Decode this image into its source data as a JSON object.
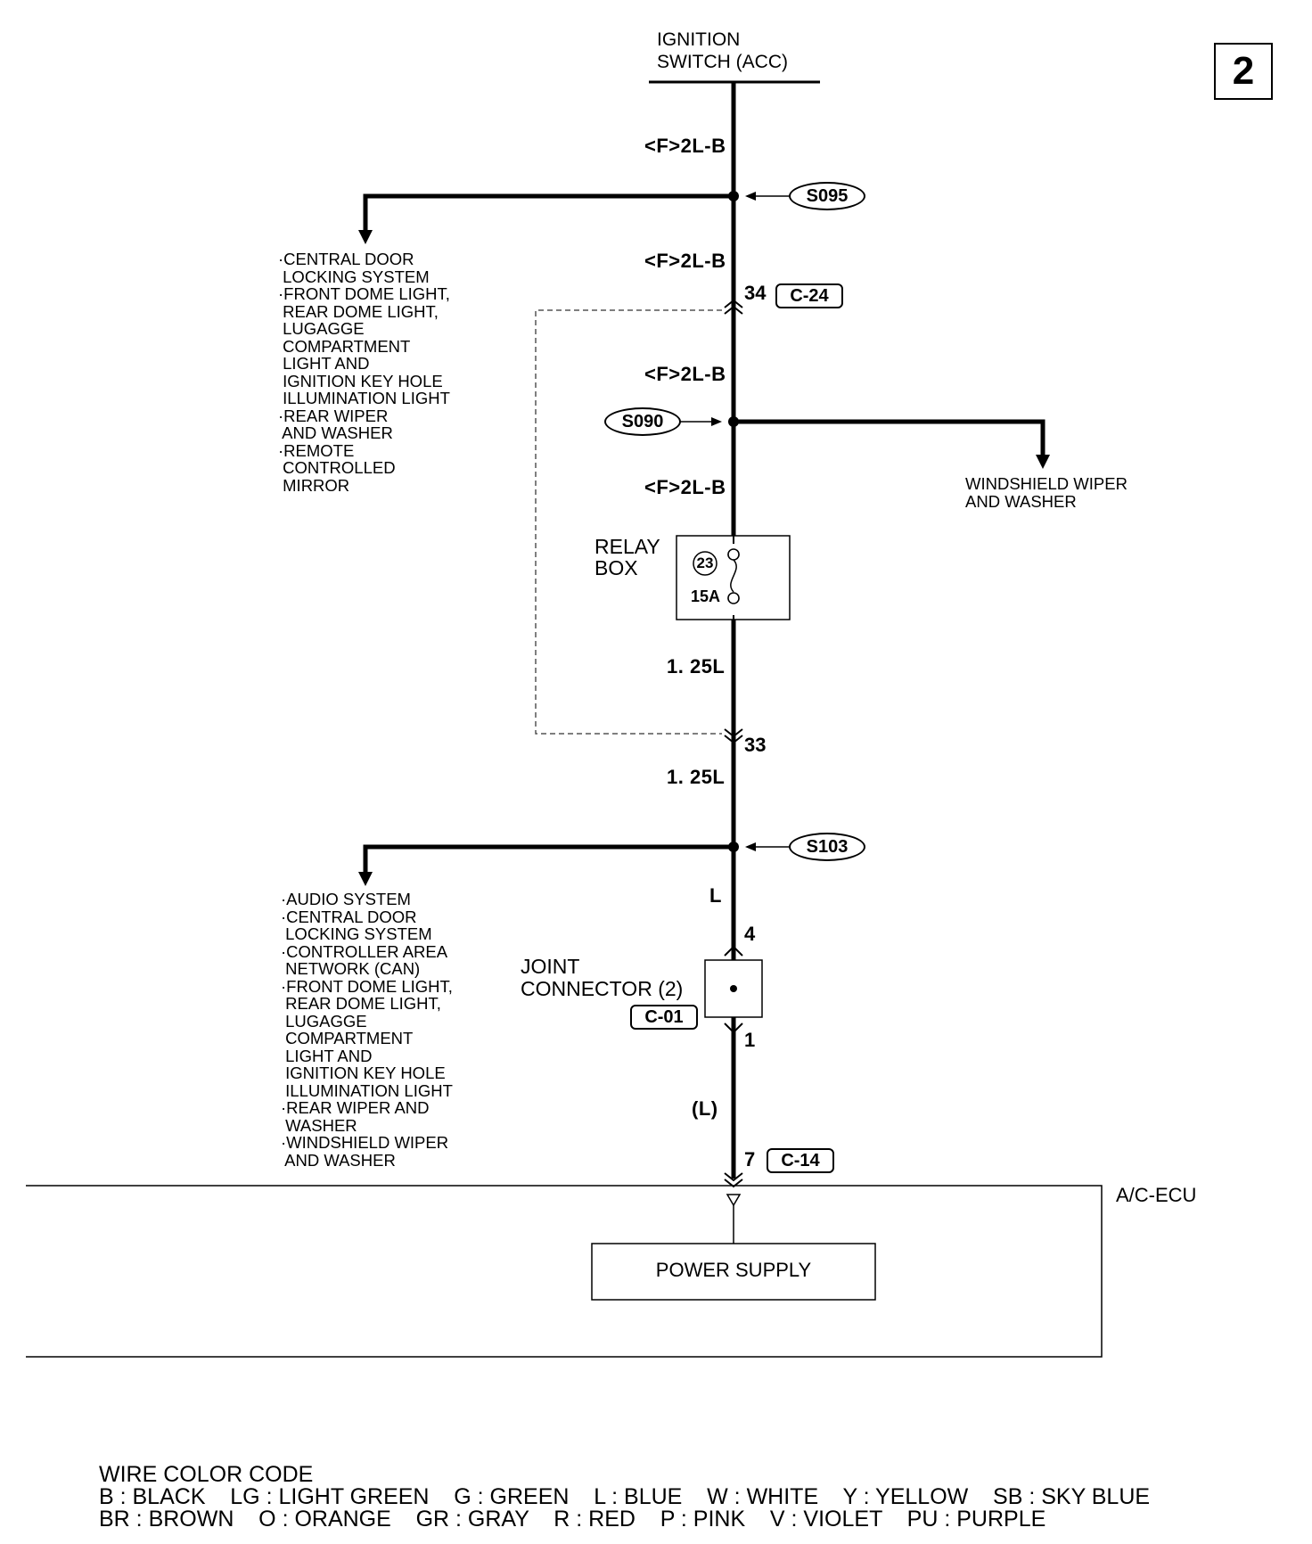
{
  "page_number": "2",
  "top": {
    "title_line1": "IGNITION",
    "title_line2": "SWITCH (ACC)"
  },
  "wires": {
    "w1": "<F>2L-B",
    "w2": "<F>2L-B",
    "w3": "<F>2L-B",
    "w4": "<F>2L-B",
    "w5": "1. 25L",
    "w6": "1. 25L",
    "w7": "L",
    "w8": "(L)"
  },
  "splices": {
    "s1": "S095",
    "s2": "S090",
    "s3": "S103"
  },
  "connectors": {
    "c24_pin": "34",
    "c24_name": "C-24",
    "c24_pin2": "33",
    "jc_pin_in": "4",
    "jc_pin_out": "1",
    "c01_name": "C-01",
    "c14_pin": "7",
    "c14_name": "C-14"
  },
  "branches": {
    "left_top": "·CENTRAL DOOR\n LOCKING SYSTEM\n·FRONT DOME LIGHT,\n REAR DOME LIGHT,\n LUGAGGE\n COMPARTMENT\n LIGHT AND\n IGNITION KEY HOLE\n ILLUMINATION LIGHT\n·REAR WIPER\n AND WASHER\n·REMOTE\n CONTROLLED\n MIRROR",
    "right_mid": "WINDSHIELD WIPER\nAND WASHER",
    "left_bottom": "·AUDIO SYSTEM\n·CENTRAL DOOR\n LOCKING SYSTEM\n·CONTROLLER AREA\n NETWORK (CAN)\n·FRONT DOME LIGHT,\n REAR DOME LIGHT,\n LUGAGGE\n COMPARTMENT\n LIGHT AND\n IGNITION KEY HOLE\n ILLUMINATION LIGHT\n·REAR WIPER AND\n WASHER\n·WINDSHIELD WIPER\n AND WASHER"
  },
  "relay_box": {
    "label_line1": "RELAY",
    "label_line2": "BOX",
    "fuse_number": "23",
    "fuse_rating": "15A"
  },
  "joint_connector": {
    "label_line1": "JOINT",
    "label_line2": "CONNECTOR (2)"
  },
  "ecu": {
    "name": "A/C-ECU",
    "power_supply": "POWER SUPPLY"
  },
  "legend": {
    "title": "WIRE COLOR CODE",
    "row1": "B : BLACK    LG : LIGHT GREEN    G : GREEN    L : BLUE    W : WHITE    Y : YELLOW    SB : SKY BLUE",
    "row2": "BR : BROWN    O : ORANGE    GR : GRAY    R : RED    P : PINK    V : VIOLET    PU : PURPLE"
  }
}
